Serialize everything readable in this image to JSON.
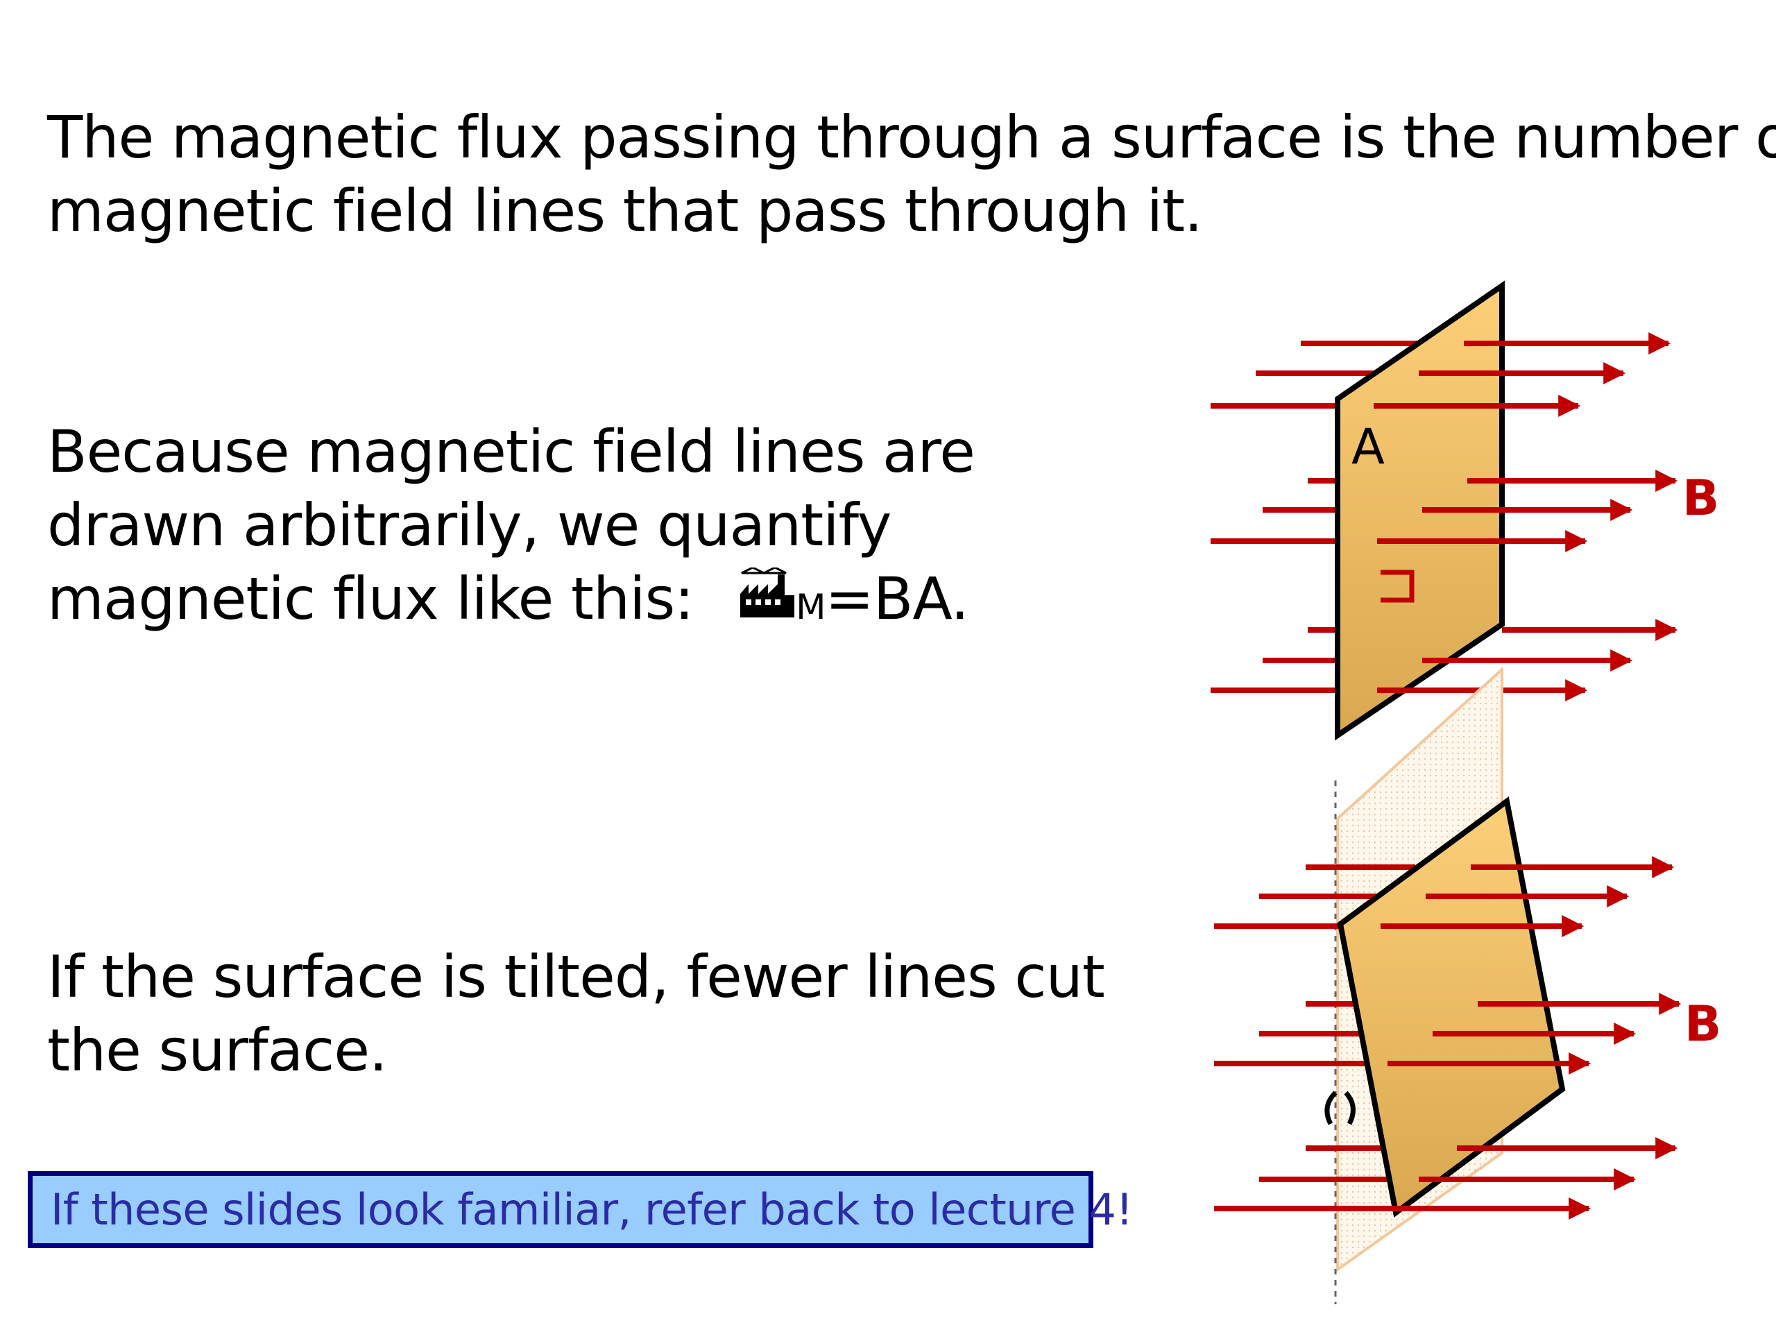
{
  "intro": {
    "line1": "The magnetic flux passing through a surface is the number of",
    "line2": "magnetic field lines that pass through it."
  },
  "because": {
    "line1": "Because magnetic field lines are",
    "line2": "drawn arbitrarily, we quantify",
    "line3": "magnetic flux like this:",
    "formula_subscript": "M",
    "formula_rhs": "=BA."
  },
  "tilted": {
    "line1": "If the surface is tilted, fewer lines cut",
    "line2": "the surface."
  },
  "note": "If these slides look familiar, refer back to lecture 4!",
  "diagram": {
    "top_area_label": "A",
    "top_field_label": "B",
    "bottom_field_label": "B",
    "field_color": "#c00000",
    "surface_color": "#f7c469"
  }
}
